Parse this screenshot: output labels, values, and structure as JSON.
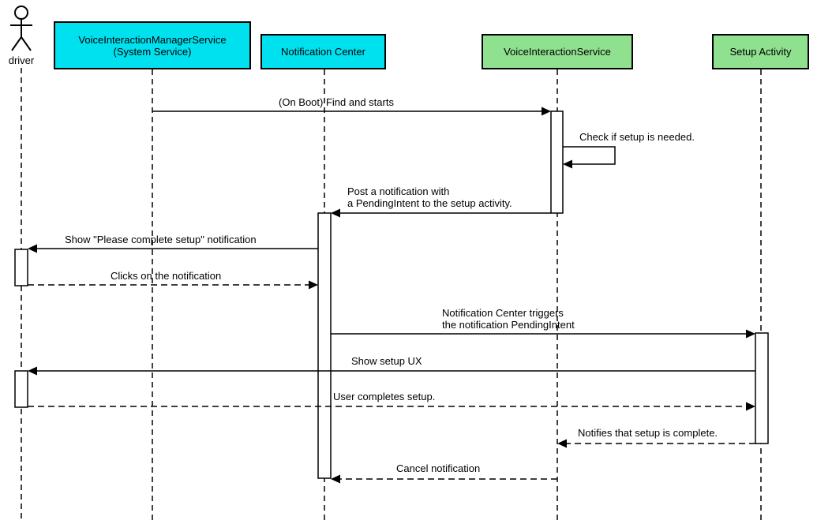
{
  "diagram": {
    "actor": {
      "label": "driver"
    },
    "participants": [
      {
        "label": "VoiceInteractionManagerService\n(System Service)",
        "color": "#00e1f0"
      },
      {
        "label": "Notification Center",
        "color": "#00e1f0"
      },
      {
        "label": "VoiceInteractionService",
        "color": "#8fe08f"
      },
      {
        "label": "Setup Activity",
        "color": "#8fe08f"
      }
    ],
    "messages": [
      {
        "label": "(On Boot) Find and starts",
        "from": "VoiceInteractionManagerService (System Service)",
        "to": "VoiceInteractionService",
        "style": "solid"
      },
      {
        "label": "Check if setup is needed.",
        "from": "VoiceInteractionService",
        "to": "VoiceInteractionService",
        "style": "solid"
      },
      {
        "label": "Post a notification with\na PendingIntent to the setup activity.",
        "from": "VoiceInteractionService",
        "to": "Notification Center",
        "style": "solid"
      },
      {
        "label": "Show \"Please complete setup\" notification",
        "from": "Notification Center",
        "to": "driver",
        "style": "solid"
      },
      {
        "label": "Clicks on the notification",
        "from": "driver",
        "to": "Notification Center",
        "style": "dashed"
      },
      {
        "label": "Notification Center triggers\nthe notification PendingIntent",
        "from": "Notification Center",
        "to": "Setup Activity",
        "style": "solid"
      },
      {
        "label": "Show setup UX",
        "from": "Setup Activity",
        "to": "driver",
        "style": "solid"
      },
      {
        "label": "User completes setup.",
        "from": "driver",
        "to": "Setup Activity",
        "style": "dashed"
      },
      {
        "label": "Notifies that setup is complete.",
        "from": "Setup Activity",
        "to": "VoiceInteractionService",
        "style": "dashed"
      },
      {
        "label": "Cancel notification",
        "from": "VoiceInteractionService",
        "to": "Notification Center",
        "style": "dashed"
      }
    ],
    "colors": {
      "participant_cyan": "#00e1f0",
      "participant_green": "#8fe08f",
      "line": "#000000",
      "background": "#ffffff"
    }
  }
}
